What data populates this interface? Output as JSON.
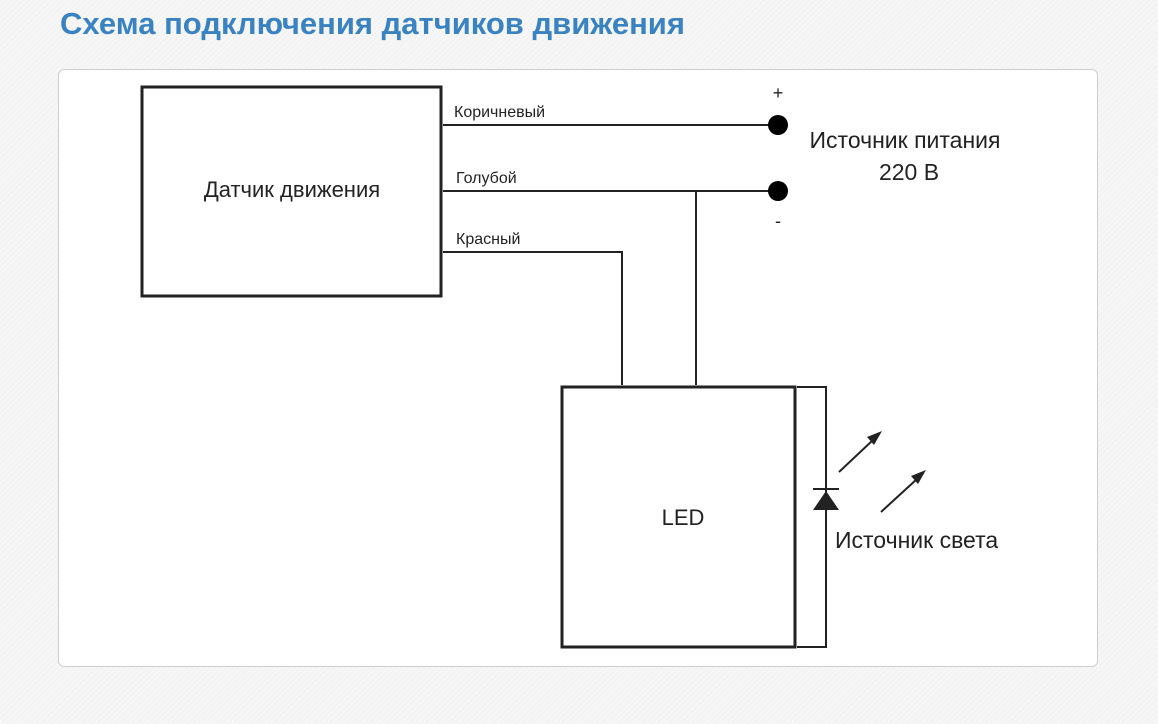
{
  "page": {
    "title": "Схема подключения датчиков движения"
  },
  "colors": {
    "title": "#3a83c2",
    "line": "#222222",
    "panel_border": "#cfcfcf"
  },
  "diagram": {
    "motion_sensor_label": "Датчик движения",
    "led_label": "LED",
    "wire_brown_label": "Коричневый",
    "wire_blue_label": "Голубой",
    "wire_red_label": "Красный",
    "power_source_line1": "Источник питания",
    "power_source_line2": "220 В",
    "plus_sign": "+",
    "minus_sign": "-",
    "light_source_label": "Источник света",
    "icons": [
      "terminal-dot",
      "diode-icon",
      "arrow-icon"
    ]
  }
}
